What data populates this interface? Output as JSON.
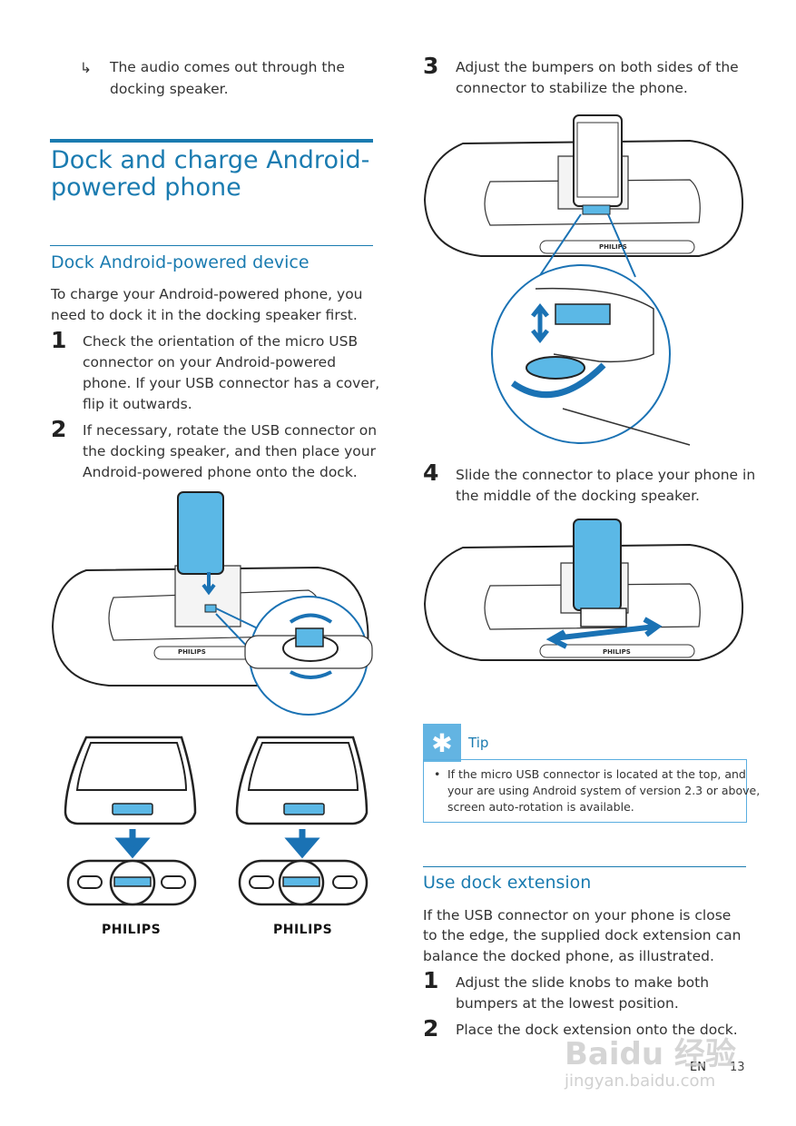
{
  "left": {
    "intro_line1": "The audio comes out through the",
    "intro_line2": "docking speaker.",
    "heading_line1": "Dock and charge Android-",
    "heading_line2": "powered phone",
    "subheading": "Dock Android-powered device",
    "para_line1": "To charge your Android-powered phone, you",
    "para_line2": "need to dock it in the docking speaker first.",
    "steps": [
      {
        "num": "1",
        "lines": [
          "Check the orientation of the micro USB",
          "connector on your Android-powered",
          "phone. If your USB connector has a cover,",
          "flip it outwards."
        ]
      },
      {
        "num": "2",
        "lines": [
          "If necessary, rotate the USB connector on",
          "the docking speaker, and then place your",
          "Android-powered phone onto the dock."
        ]
      }
    ],
    "brand1": "PHILIPS",
    "brand2": "PHILIPS"
  },
  "right": {
    "steps": [
      {
        "num": "3",
        "lines": [
          "Adjust the bumpers on both sides of the",
          "connector to stabilize the phone."
        ]
      },
      {
        "num": "4",
        "lines": [
          "Slide the connector to place your phone in",
          "the middle of the docking speaker."
        ]
      }
    ],
    "tip_label": "Tip",
    "tip_lines": [
      "If the micro USB connector is located at the top, and",
      "your are using Android system of version 2.3 or above,",
      "screen auto-rotation is available."
    ],
    "subheading": "Use dock extension",
    "para_lines": [
      "If the USB connector on your phone is close",
      "to the edge, the supplied dock extension can",
      "balance the docked phone, as illustrated."
    ],
    "steps2": [
      {
        "num": "1",
        "lines": [
          "Adjust the slide knobs to make both",
          "bumpers at the lowest position."
        ]
      },
      {
        "num": "2",
        "lines": [
          "Place the dock extension onto the dock."
        ]
      }
    ],
    "speaker_brand": "PHILIPS"
  },
  "footer": {
    "lang": "EN",
    "page": "13"
  },
  "watermark": {
    "main": "Baidu 经验",
    "sub": "jingyan.baidu.com"
  },
  "colors": {
    "accent": "#1a7bb0",
    "phone_blue": "#5bb8e6",
    "arrow_blue": "#1a72b4"
  }
}
